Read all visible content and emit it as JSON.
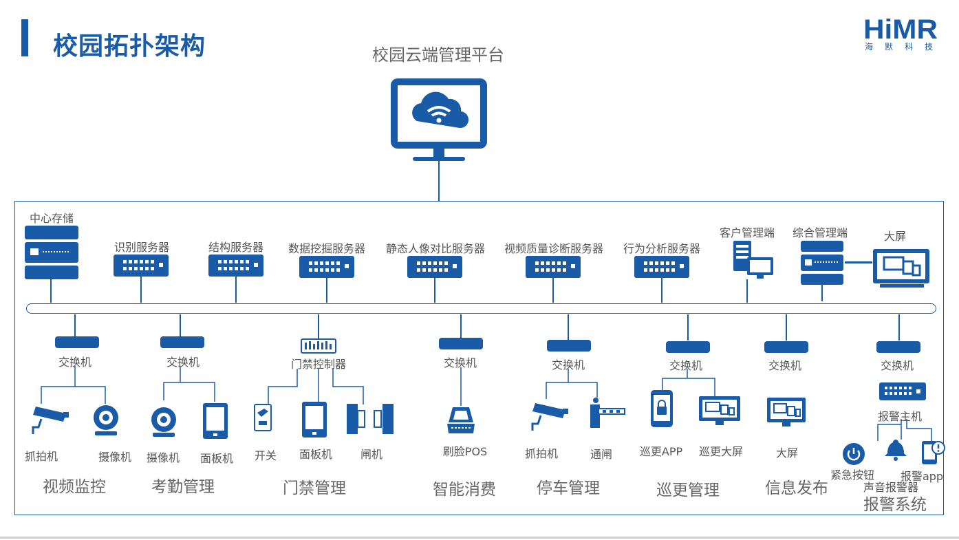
{
  "header": {
    "title": "校园拓扑架构"
  },
  "logo": {
    "main": "HiMR",
    "sub": [
      "海",
      "默",
      "科",
      "技"
    ]
  },
  "platform": {
    "title": "校园云端管理平台"
  },
  "servers": [
    "中心存储",
    "识别服务器",
    "结构服务器",
    "数据挖掘服务器",
    "静态人像对比服务器",
    "视频质量诊断服务器",
    "行为分析服务器",
    "客户管理端",
    "综合管理端",
    "大屏"
  ],
  "groups": [
    {
      "title": "视频监控",
      "hub": "交换机",
      "devices": [
        "抓拍机",
        "摄像机"
      ]
    },
    {
      "title": "考勤管理",
      "hub": "交换机",
      "devices": [
        "摄像机",
        "面板机"
      ]
    },
    {
      "title": "门禁管理",
      "hub": "门禁控制器",
      "devices": [
        "开关",
        "面板机",
        "闸机"
      ]
    },
    {
      "title": "智能消费",
      "hub": "交换机",
      "devices": [
        "刷脸POS"
      ]
    },
    {
      "title": "停车管理",
      "hub": "交换机",
      "devices": [
        "抓拍机",
        "通闸"
      ]
    },
    {
      "title": "巡更管理",
      "hub": "交换机",
      "devices": [
        "巡更APP",
        "巡更大屏"
      ]
    },
    {
      "title": "信息发布",
      "hub": "交换机",
      "devices": [
        "大屏"
      ]
    },
    {
      "title": "报警系统",
      "hub": "交换机",
      "sub_hub": "报警主机",
      "devices": [
        "紧急按钮",
        "声音报警器",
        "报警app"
      ]
    }
  ],
  "colors": {
    "primary": "#1a5ba8",
    "text": "#555555"
  }
}
